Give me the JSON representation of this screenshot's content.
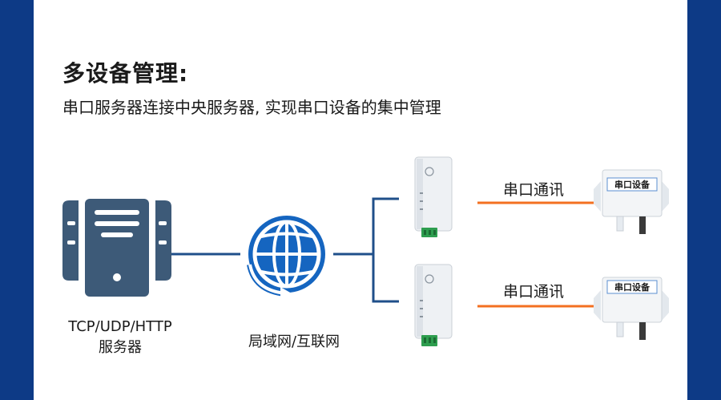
{
  "title": "多设备管理:",
  "subtitle": "串口服务器连接中央服务器, 实现串口设备的集中管理",
  "server": {
    "line1": "TCP/UDP/HTTP",
    "line2": "服务器"
  },
  "network_label": "局域网/互联网",
  "links": [
    {
      "label": "串口通讯"
    },
    {
      "label": "串口通讯"
    }
  ],
  "devices": [
    {
      "tag": "串口设备"
    },
    {
      "tag": "串口设备"
    }
  ],
  "colors": {
    "frame": "#0d3a86",
    "server": "#3d5a78",
    "globe": "#1565c0",
    "line_blue": "#1f4f8a",
    "line_orange": "#f37021"
  }
}
